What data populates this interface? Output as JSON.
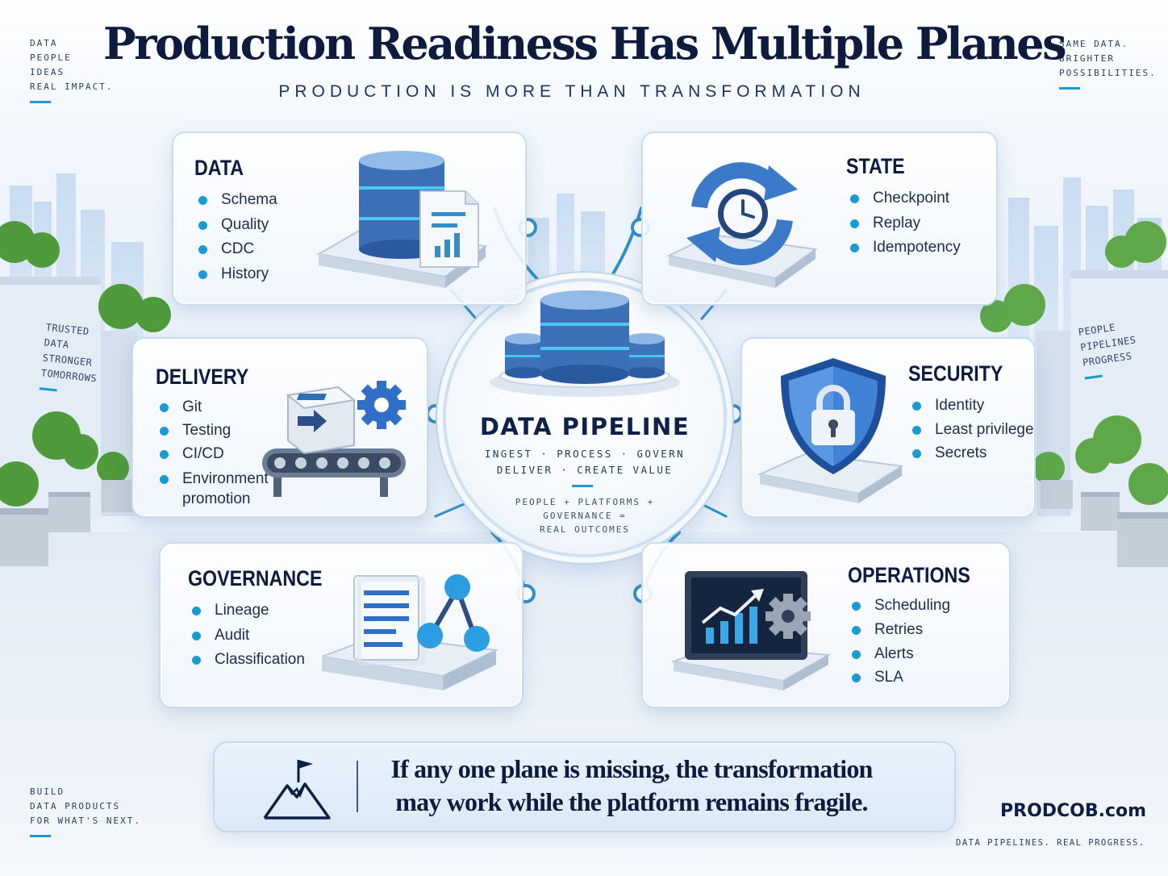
{
  "header": {
    "title": "Production Readiness Has Multiple Planes",
    "subtitle": "PRODUCTION IS MORE THAN TRANSFORMATION"
  },
  "corners": {
    "top_left": [
      "DATA",
      "PEOPLE",
      "IDEAS",
      "REAL IMPACT."
    ],
    "top_right": [
      "SAME DATA.",
      "BRIGHTER",
      "POSSIBILITIES."
    ],
    "bottom_left": [
      "BUILD",
      "DATA PRODUCTS",
      "FOR WHAT'S NEXT."
    ],
    "bottom_right_tagline": "DATA PIPELINES. REAL PROGRESS.",
    "brand": "PRODCOB.com"
  },
  "signs": {
    "left": [
      "TRUSTED",
      "DATA",
      "STRONGER",
      "TOMORROWS"
    ],
    "right": [
      "PEOPLE",
      "PIPELINES",
      "PROGRESS"
    ]
  },
  "hub": {
    "title": "DATA PIPELINE",
    "line1": "INGEST · PROCESS · GOVERN",
    "line2": "DELIVER · CREATE VALUE",
    "small1": "PEOPLE + PLATFORMS +",
    "small2": "GOVERNANCE =",
    "small3": "REAL OUTCOMES",
    "icon": "database-cluster-icon"
  },
  "planes": {
    "data": {
      "title": "DATA",
      "items": [
        "Schema",
        "Quality",
        "CDC",
        "History"
      ],
      "icon": "database-report-icon"
    },
    "state": {
      "title": "STATE",
      "items": [
        "Checkpoint",
        "Replay",
        "Idempotency"
      ],
      "icon": "refresh-clock-icon"
    },
    "delivery": {
      "title": "DELIVERY",
      "items": [
        "Git",
        "Testing",
        "CI/CD",
        "Environment promotion"
      ],
      "icon": "conveyor-gear-icon"
    },
    "security": {
      "title": "SECURITY",
      "items": [
        "Identity",
        "Least privilege",
        "Secrets"
      ],
      "icon": "shield-lock-icon"
    },
    "governance": {
      "title": "GOVERNANCE",
      "items": [
        "Lineage",
        "Audit",
        "Classification"
      ],
      "icon": "document-lineage-icon"
    },
    "operations": {
      "title": "OPERATIONS",
      "items": [
        "Scheduling",
        "Retries",
        "Alerts",
        "SLA"
      ],
      "icon": "monitor-chart-gear-icon"
    }
  },
  "callout": {
    "line1": "If any one plane is missing, the transformation",
    "line2": "may work while the platform remains fragile.",
    "icon": "mountain-flag-icon"
  },
  "colors": {
    "accent": "#1b9ad2",
    "navy": "#0d1b3e",
    "icon_blue": "#2f6fb8",
    "panel_border": "#c9dcee"
  }
}
